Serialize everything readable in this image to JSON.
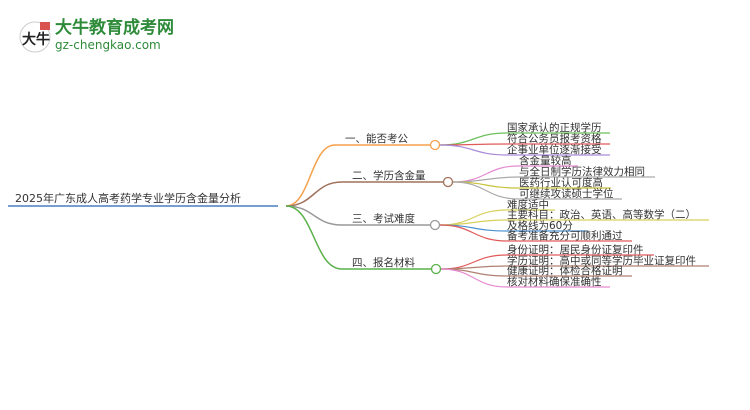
{
  "logo": {
    "name": "大牛教育成考网",
    "url": "gz-chengkao.com",
    "mark": "大牛"
  },
  "root": {
    "label": "2025年广东成人高考药学专业学历含金量分析",
    "color": "#4a7fc1"
  },
  "branches": [
    {
      "label": "一、能否考公",
      "color": "#f5a04a",
      "leaves": [
        {
          "label": "国家承认的正规学历",
          "color": "#6cbf5a"
        },
        {
          "label": "符合公务员报考资格",
          "color": "#e05a5a"
        },
        {
          "label": "企事业单位逐渐接受",
          "color": "#a98ad8"
        }
      ]
    },
    {
      "label": "二、学历含金量",
      "color": "#a0705a",
      "leaves": [
        {
          "label": "含金量较高",
          "color": "#e58ad0"
        },
        {
          "label": "与全日制学历法律效力相同",
          "color": "#aaaaaa"
        },
        {
          "label": "医药行业认可度高",
          "color": "#c8c23a"
        },
        {
          "label": "可继续攻读硕士学位",
          "color": "#aaaaaa"
        }
      ]
    },
    {
      "label": "三、考试难度",
      "color": "#999999",
      "leaves": [
        {
          "label": "难度适中",
          "color": "#d8d05a"
        },
        {
          "label": "主要科目：政治、英语、高等数学（二）",
          "color": "#d8d05a"
        },
        {
          "label": "及格线为60分",
          "color": "#4a90d0"
        },
        {
          "label": "备考准备充分可顺利通过",
          "color": "#e05a5a"
        }
      ]
    },
    {
      "label": "四、报名材料",
      "color": "#5ab04a",
      "leaves": [
        {
          "label": "身份证明：居民身份证复印件",
          "color": "#e05a5a"
        },
        {
          "label": "学历证明：高中或同等学历毕业证复印件",
          "color": "#b08070"
        },
        {
          "label": "健康证明：体检合格证明",
          "color": "#b08070"
        },
        {
          "label": "核对材料确保准确性",
          "color": "#e58ad0"
        }
      ]
    }
  ]
}
